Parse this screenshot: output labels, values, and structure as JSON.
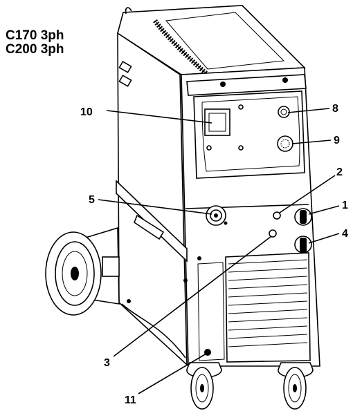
{
  "header": {
    "model_lines": [
      "C170 3ph",
      "C200 3ph"
    ]
  },
  "callouts": [
    {
      "id": "10",
      "label": "10"
    },
    {
      "id": "8",
      "label": "8"
    },
    {
      "id": "9",
      "label": "9"
    },
    {
      "id": "2",
      "label": "2"
    },
    {
      "id": "1",
      "label": "1"
    },
    {
      "id": "5",
      "label": "5"
    },
    {
      "id": "4",
      "label": "4"
    },
    {
      "id": "3",
      "label": "3"
    },
    {
      "id": "11",
      "label": "11"
    }
  ]
}
